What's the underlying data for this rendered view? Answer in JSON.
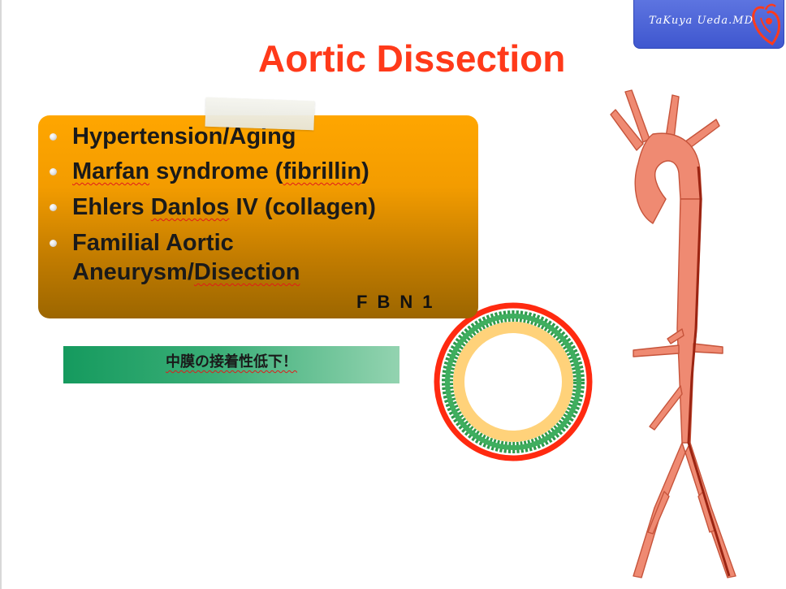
{
  "slide": {
    "title": "Aortic Dissection",
    "logo_text": "TaKuya Ueda.MD.",
    "risk_factors": [
      {
        "text": "Hypertension/Aging",
        "parts": [
          {
            "t": "Hypertension/Aging",
            "u": false
          }
        ]
      },
      {
        "text": "Marfan syndrome (fibrillin)",
        "parts": [
          {
            "t": "Marfan",
            "u": true
          },
          {
            "t": " syndrome (",
            "u": false
          },
          {
            "t": "fibrillin",
            "u": true
          },
          {
            "t": ")",
            "u": false
          }
        ]
      },
      {
        "text": "Ehlers Danlos IV (collagen)",
        "parts": [
          {
            "t": "Ehlers ",
            "u": false
          },
          {
            "t": "Danlos",
            "u": true
          },
          {
            "t": " IV (collagen)",
            "u": false
          }
        ]
      },
      {
        "text": "Familial Aortic Aneurysm/Disection",
        "parts": [
          {
            "t": "Familial Aortic",
            "u": false
          },
          {
            "t": "\n",
            "u": false
          },
          {
            "t": "Aneurysm/",
            "u": false
          },
          {
            "t": "Disection",
            "u": true
          }
        ]
      }
    ],
    "gene_label": "FBN1",
    "banner_text": "中膜の接着性低下！"
  },
  "colors": {
    "title": "#ff3a1a",
    "vessel_outer": "#ff2a10",
    "vessel_media": "#2e9a4c",
    "vessel_intima": "#ffd27a",
    "aorta_fill": "#ef8a72",
    "aorta_edge": "#9b2412"
  },
  "icons": [
    "heart-logo-icon",
    "bullet-icon",
    "vessel-cross-section-illustration",
    "aorta-illustration"
  ]
}
